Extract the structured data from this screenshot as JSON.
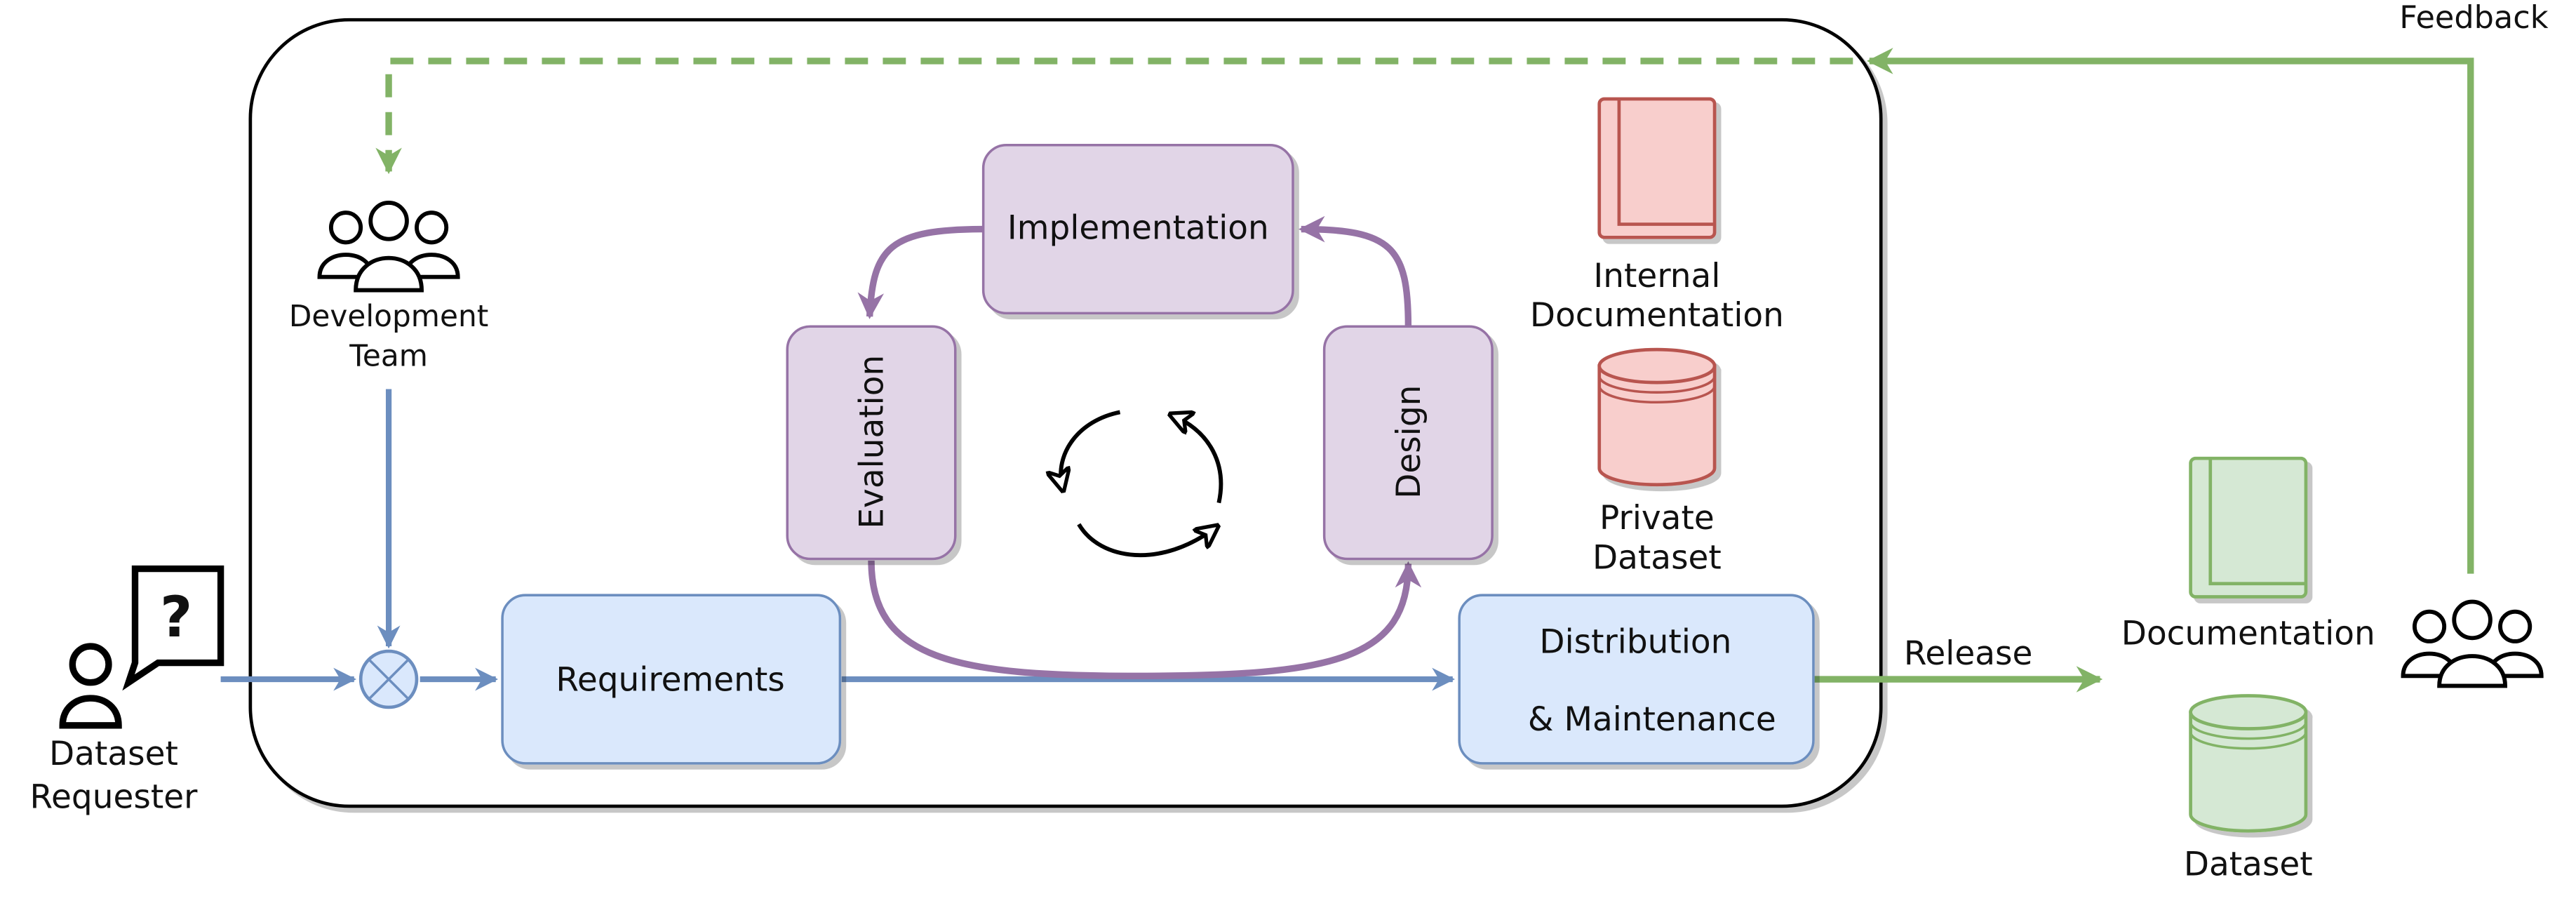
{
  "colors": {
    "blue_fill": "#dae8fc",
    "blue_stroke": "#6c8ebf",
    "purple_fill": "#e1d5e7",
    "purple_stroke": "#9673a6",
    "red_fill": "#f8cecc",
    "red_stroke": "#b85450",
    "green_fill": "#d5e8d4",
    "green_stroke": "#82b366",
    "black": "#000000"
  },
  "nodes": {
    "implementation": "Implementation",
    "evaluation": "Evaluation",
    "design": "Design",
    "requirements": "Requirements",
    "distribution_line1": "Distribution",
    "distribution_line2": "& Maintenance"
  },
  "actors": {
    "dev_team_line1": "Development",
    "dev_team_line2": "Team",
    "requester_line1": "Dataset",
    "requester_line2": "Requester",
    "requester_symbol": "?"
  },
  "resources": {
    "internal_doc_line1": "Internal",
    "internal_doc_line2": "Documentation",
    "private_dataset_line1": "Private",
    "private_dataset_line2": "Dataset",
    "documentation": "Documentation",
    "dataset": "Dataset"
  },
  "edge_labels": {
    "feedback": "Feedback",
    "release": "Release"
  }
}
